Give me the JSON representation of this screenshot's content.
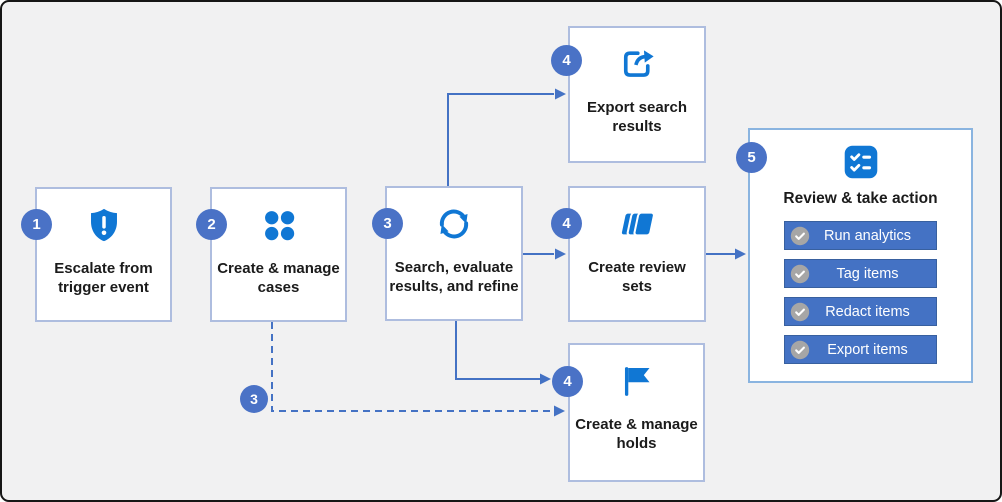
{
  "steps": {
    "escalate": {
      "badge": "1",
      "label": "Escalate from\ntrigger event",
      "icon": "shield-exclamation-icon"
    },
    "cases": {
      "badge": "2",
      "label": "Create & manage\ncases",
      "icon": "four-dots-icon"
    },
    "search": {
      "badge": "3",
      "label": "Search, evaluate\nresults, and refine",
      "icon": "sync-arrows-icon"
    },
    "export_search": {
      "badge": "4",
      "label": "Export search\nresults",
      "icon": "share-export-icon"
    },
    "review_sets": {
      "badge": "4",
      "label": "Create review\nsets",
      "icon": "stacked-cards-icon"
    },
    "holds": {
      "badge": "4",
      "label": "Create & manage\nholds",
      "icon": "flag-icon"
    },
    "review_action": {
      "badge": "5",
      "label": "Review & take action",
      "icon": "checklist-icon"
    }
  },
  "branch": {
    "badge": "3"
  },
  "actions": [
    {
      "label": "Run analytics",
      "icon": "check-circle-icon"
    },
    {
      "label": "Tag items",
      "icon": "check-circle-icon"
    },
    {
      "label": "Redact items",
      "icon": "check-circle-icon"
    },
    {
      "label": "Export items",
      "icon": "check-circle-icon"
    }
  ],
  "colors": {
    "background": "#f1f1f2",
    "frame_border": "#161616",
    "icon_blue": "#1077d4",
    "badge_blue": "#4a72c6",
    "button_blue": "#4472c4",
    "connector_blue": "#4472c4",
    "box_border": "#aebddf",
    "panel_border": "#8ab4e0",
    "check_circle_gray": "#a6a6a6"
  }
}
